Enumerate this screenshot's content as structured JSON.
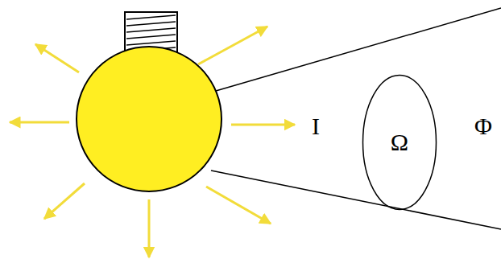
{
  "diagram": {
    "nodes": [
      {
        "text": [
          "Ω"
        ]
      }
    ],
    "labels": [
      "I",
      "Φ"
    ]
  }
}
